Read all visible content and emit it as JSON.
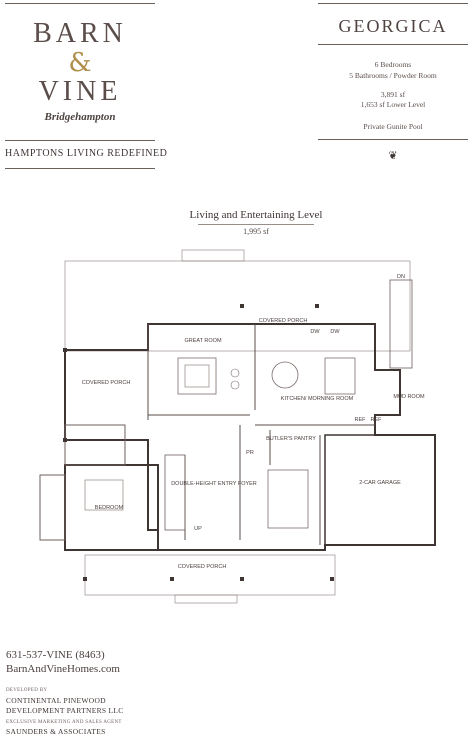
{
  "brand": {
    "line1": "BARN",
    "amp": "&",
    "line2": "VINE",
    "location": "Bridgehampton",
    "tagline": "HAMPTONS LIVING REDEFINED"
  },
  "model": {
    "name": "GEORGICA",
    "bedrooms": "6 Bedrooms",
    "baths": "5 Bathrooms / Powder Room",
    "sf_total": "3,891 sf",
    "sf_lower": "1,653 sf Lower Level",
    "pool": "Private Gunite Pool",
    "ornament": "❦"
  },
  "level": {
    "title": "Living and Entertaining Level",
    "sf": "1,995 sf"
  },
  "rooms": {
    "dn": "DN",
    "covered_porch_top": "COVERED PORCH",
    "great_room": "GREAT ROOM",
    "dw1": "DW",
    "dw2": "DW",
    "kitchen": "KITCHEN/ MORNING ROOM",
    "mud_room": "MUD ROOM",
    "ref1": "REF",
    "ref2": "REF",
    "covered_porch_left": "COVERED PORCH",
    "butlers_pantry": "BUTLER'S PANTRY",
    "pr": "PR",
    "garage": "2-CAR GARAGE",
    "bedroom": "BEDROOM",
    "entry": "DOUBLE-HEIGHT ENTRY FOYER",
    "up": "UP",
    "covered_porch_bottom": "COVERED PORCH"
  },
  "contact": {
    "phone": "631-537-VINE (8463)",
    "web": "BarnAndVineHomes.com",
    "developed_by_label": "DEVELOPED BY",
    "developer1": "CONTINENTAL PINEWOOD",
    "developer2": "DEVELOPMENT PARTNERS LLC",
    "agent_label": "EXCLUSIVE MARKETING AND SALES AGENT",
    "agent": "SAUNDERS & ASSOCIATES"
  }
}
